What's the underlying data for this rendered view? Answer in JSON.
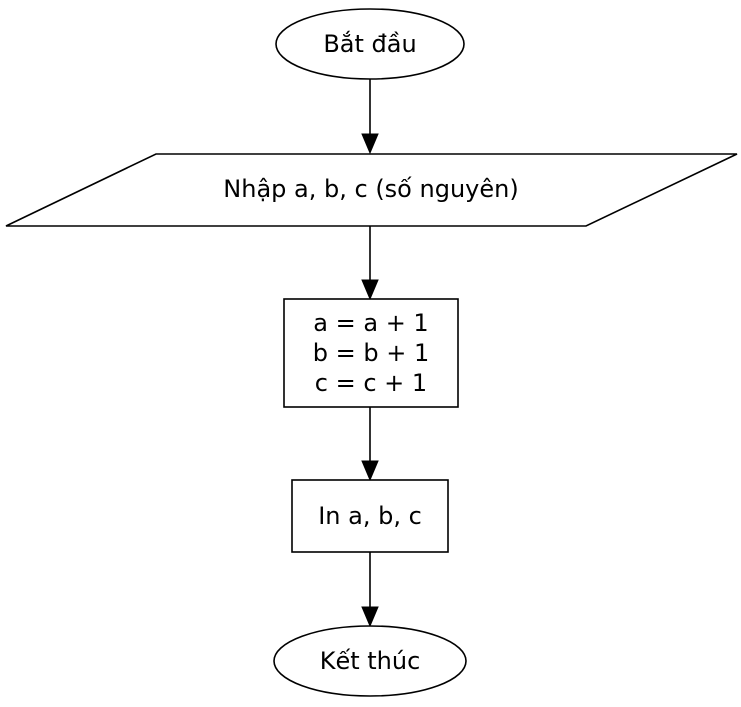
{
  "flowchart": {
    "start": {
      "label": "Bắt đầu"
    },
    "input": {
      "label": "Nhập a, b, c (số nguyên)"
    },
    "process": {
      "lines": [
        "a = a + 1",
        "b = b + 1",
        "c = c + 1"
      ]
    },
    "output": {
      "label": "In a, b, c"
    },
    "end": {
      "label": "Kết thúc"
    }
  }
}
